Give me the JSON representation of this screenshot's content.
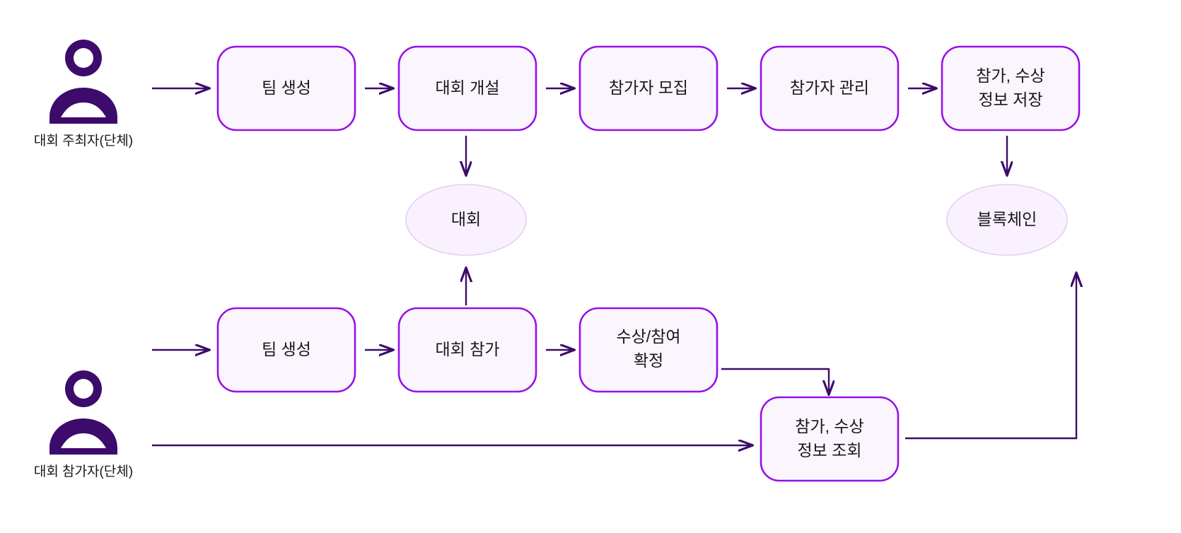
{
  "diagram": {
    "title": "",
    "colors": {
      "box_border": "#9610e8",
      "box_fill": "#fbf5fe",
      "ellipse_border": "#e3cdf5",
      "ellipse_fill": "#f9f2fe",
      "edge": "#3d0b6b",
      "text": "#17171a",
      "background": "#ffffff"
    },
    "actors": [
      {
        "id": "organizer",
        "label": "대회 주최자(단체)",
        "icon": "person-icon"
      },
      {
        "id": "participant",
        "label": "대회 참가자(단체)",
        "icon": "person-icon"
      }
    ],
    "top_row": [
      {
        "id": "top-team-create",
        "label": "팀 생성"
      },
      {
        "id": "top-open-contest",
        "label": "대회 개설"
      },
      {
        "id": "top-recruit",
        "label": "참가자 모집"
      },
      {
        "id": "top-manage",
        "label": "참가자 관리"
      },
      {
        "id": "top-save-info",
        "label": "참가, 수상\n정보 저장",
        "line1": "참가, 수상",
        "line2": "정보 저장"
      }
    ],
    "bottom_row": [
      {
        "id": "bottom-team-create",
        "label": "팀 생성"
      },
      {
        "id": "bottom-join-contest",
        "label": "대회 참가"
      },
      {
        "id": "bottom-award-confirm",
        "label": "수상/참여\n확정",
        "line1": "수상/참여",
        "line2": "확정"
      },
      {
        "id": "bottom-query-info",
        "label": "참가, 수상\n정보 조회",
        "line1": "참가, 수상",
        "line2": "정보 조회"
      }
    ],
    "data_stores": [
      {
        "id": "store-contest",
        "label": "대회"
      },
      {
        "id": "store-blockchain",
        "label": "블록체인"
      }
    ]
  }
}
